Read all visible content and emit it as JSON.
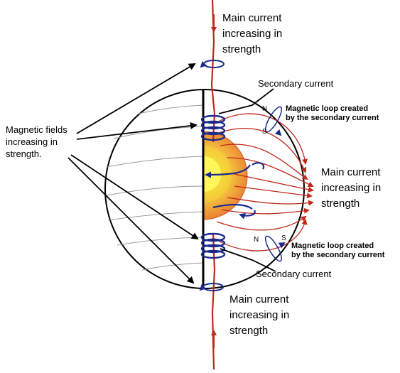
{
  "labels": {
    "main_current_top": [
      "Main current",
      "increasing in",
      "strength"
    ],
    "main_current_right": [
      "Main current",
      "increasing in",
      "strength"
    ],
    "main_current_bottom": [
      "Main current",
      "increasing in",
      "strength"
    ],
    "secondary_current_top": "Secondary current",
    "secondary_current_bottom": "Secondary current",
    "magnetic_loop_top": [
      "Magnetic loop created",
      "by the secondary current"
    ],
    "magnetic_loop_bottom": [
      "Magnetic loop created",
      "by the secondary current"
    ],
    "magnetic_fields": [
      "Magnetic fields",
      "increasing in",
      "strength."
    ],
    "pole_n_top": "N",
    "pole_s_top": "S",
    "pole_n_bottom": "N",
    "pole_s_bottom": "S"
  },
  "colors": {
    "current": "#c0281c",
    "magnetic": "#1a2a8c",
    "core_outer": "#e8742a",
    "core_inner": "#fff23a"
  }
}
